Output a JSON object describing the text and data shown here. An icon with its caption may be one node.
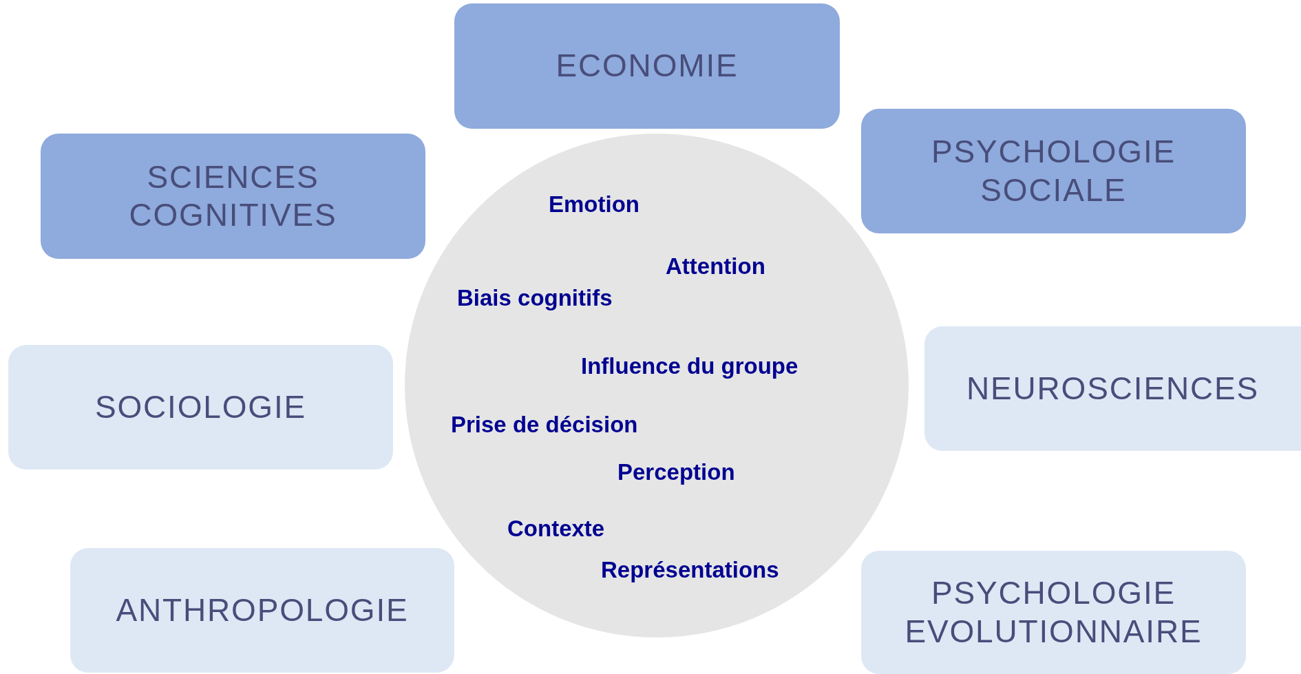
{
  "diagram": {
    "nodes": [
      {
        "text": [
          "Emotion",
          "Attention",
          "Biais cognitifs",
          "Influence du groupe",
          "Prise de décision",
          "Perception",
          "Contexte",
          "Représentations"
        ]
      },
      {
        "text": [
          "ECONOMIE"
        ]
      },
      {
        "text": [
          "SCIENCES COGNITIVES"
        ]
      },
      {
        "text": [
          "PSYCHOLOGIE SOCIALE"
        ]
      },
      {
        "text": [
          "SOCIOLOGIE"
        ]
      },
      {
        "text": [
          "NEUROSCIENCES"
        ]
      },
      {
        "text": [
          "ANTHROPOLOGIE"
        ]
      },
      {
        "text": [
          "PSYCHOLOGIE EVOLUTIONNAIRE"
        ]
      }
    ]
  }
}
